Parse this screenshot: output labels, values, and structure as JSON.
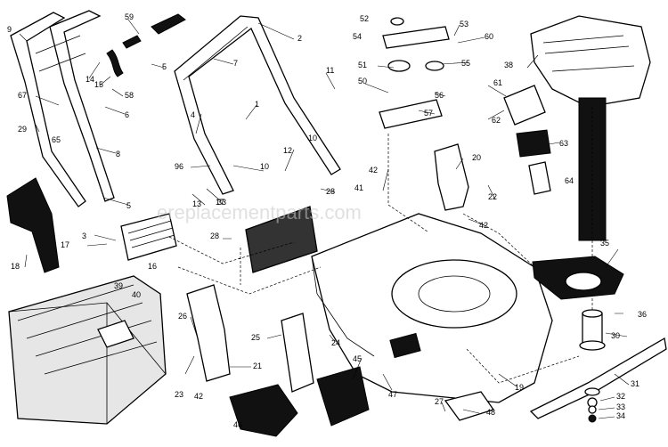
{
  "watermark": "ereplacementparts.com",
  "callouts": [
    "9",
    "59",
    "2",
    "5",
    "7",
    "14",
    "15",
    "58",
    "67",
    "6",
    "29",
    "65",
    "4",
    "8",
    "5",
    "1",
    "11",
    "10",
    "96",
    "10",
    "13",
    "33",
    "17",
    "3",
    "16",
    "28",
    "17",
    "12",
    "28",
    "41",
    "18",
    "39",
    "40",
    "26",
    "25",
    "24",
    "23",
    "42",
    "21",
    "45",
    "46",
    "47",
    "19",
    "52",
    "53",
    "54",
    "60",
    "55",
    "51",
    "50",
    "56",
    "57",
    "61",
    "62",
    "63",
    "38",
    "20",
    "42",
    "22",
    "64",
    "42",
    "35",
    "36",
    "30",
    "31",
    "32",
    "33",
    "34",
    "27",
    "48"
  ]
}
